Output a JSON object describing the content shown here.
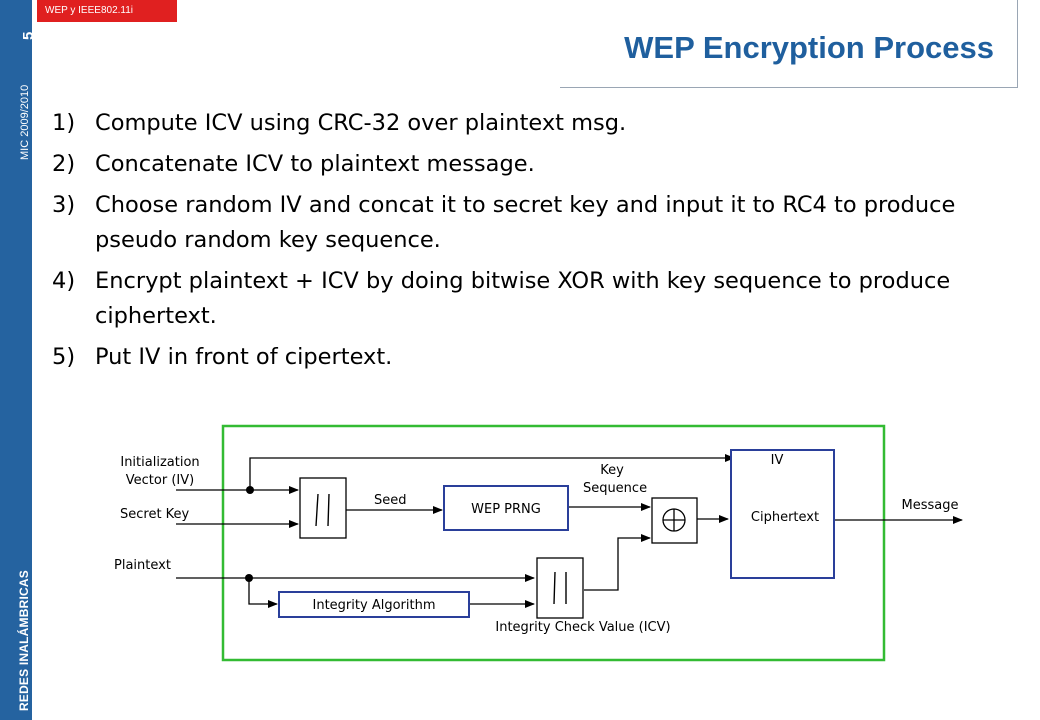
{
  "sidebar": {
    "course": "REDES INALÁMBRICAS",
    "year": "MIC 2009/2010",
    "page": "5"
  },
  "header": {
    "tag": "WEP y IEEE802.11i",
    "title": "WEP Encryption Process"
  },
  "steps": [
    {
      "num": "1)",
      "text": "Compute ICV using CRC-32 over plaintext msg."
    },
    {
      "num": "2)",
      "text": "Concatenate ICV to plaintext message."
    },
    {
      "num": "3)",
      "text": "Choose random IV and concat it to secret key and input it to RC4 to produce pseudo random key sequence."
    },
    {
      "num": "4)",
      "text": "Encrypt plaintext + ICV by doing bitwise XOR with key sequence to produce ciphertext."
    },
    {
      "num": "5)",
      "text": "Put IV in front of cipertext."
    }
  ],
  "diagram": {
    "iv_label_1": "Initialization",
    "iv_label_2": "Vector (IV)",
    "secret_key": "Secret Key",
    "plaintext": "Plaintext",
    "seed": "Seed",
    "prng": "WEP PRNG",
    "key_seq_1": "Key",
    "key_seq_2": "Sequence",
    "integrity_algorithm": "Integrity Algorithm",
    "icv": "Integrity Check Value (ICV)",
    "iv": "IV",
    "ciphertext": "Ciphertext",
    "message": "Message",
    "concat_symbol": "||",
    "colors": {
      "frame": "#33bb33",
      "box": "#2a3f9a",
      "line": "#000000"
    }
  }
}
